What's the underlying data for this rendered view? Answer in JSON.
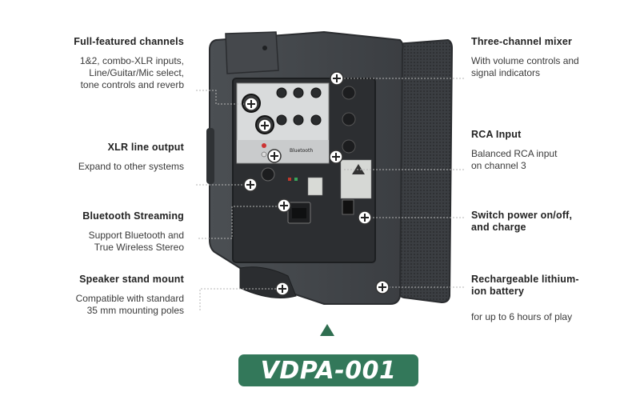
{
  "features_left": [
    {
      "title": "Full-featured channels",
      "desc": [
        "1&2, combo-XLR inputs,",
        "Line/Guitar/Mic select,",
        "tone controls and reverb"
      ]
    },
    {
      "title": "XLR line output",
      "desc": [
        "Expand to other systems"
      ]
    },
    {
      "title": "Bluetooth Streaming",
      "desc": [
        "Support Bluetooth and",
        "True Wireless Stereo"
      ]
    },
    {
      "title": "Speaker stand mount",
      "desc": [
        "Compatible with standard",
        "35 mm mounting poles"
      ]
    }
  ],
  "features_right": [
    {
      "title": "Three-channel mixer",
      "desc": [
        "With volume controls and",
        "signal indicators"
      ]
    },
    {
      "title": "RCA Input",
      "desc": [
        "Balanced RCA input",
        "on channel 3"
      ]
    },
    {
      "title": "Switch power on/off,",
      "title2": "and charge",
      "desc": []
    },
    {
      "title": "Rechargeable lithium-",
      "title2": "ion battery",
      "desc": [
        "for up to 6 hours of play"
      ]
    }
  ],
  "panel": {
    "bluetooth_label": "Bluetooth"
  },
  "model": "VDPA-001",
  "colors": {
    "badge": "#33785a",
    "arrow": "#2f6e50",
    "body": "#3a3d40"
  }
}
